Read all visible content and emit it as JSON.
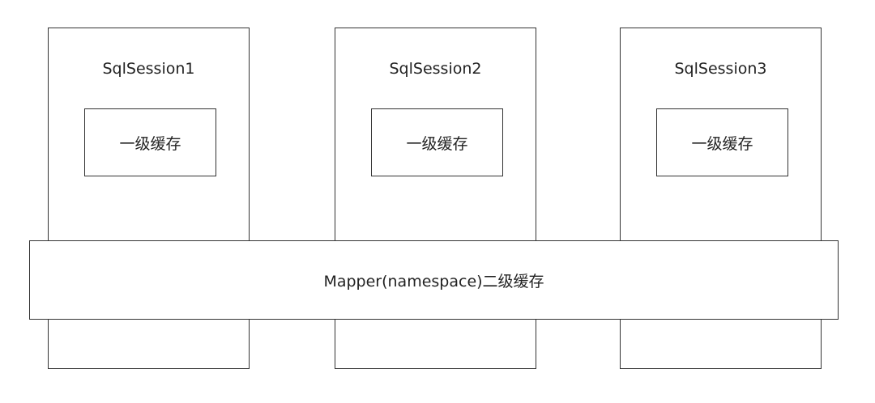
{
  "sessions": [
    {
      "title": "SqlSession1",
      "cache_label": "一级缓存"
    },
    {
      "title": "SqlSession2",
      "cache_label": "一级缓存"
    },
    {
      "title": "SqlSession3",
      "cache_label": "一级缓存"
    }
  ],
  "mapper": {
    "label": "Mapper(namespace)二级缓存"
  },
  "colors": {
    "stroke": "#333333",
    "background": "#ffffff",
    "text": "#222222"
  }
}
